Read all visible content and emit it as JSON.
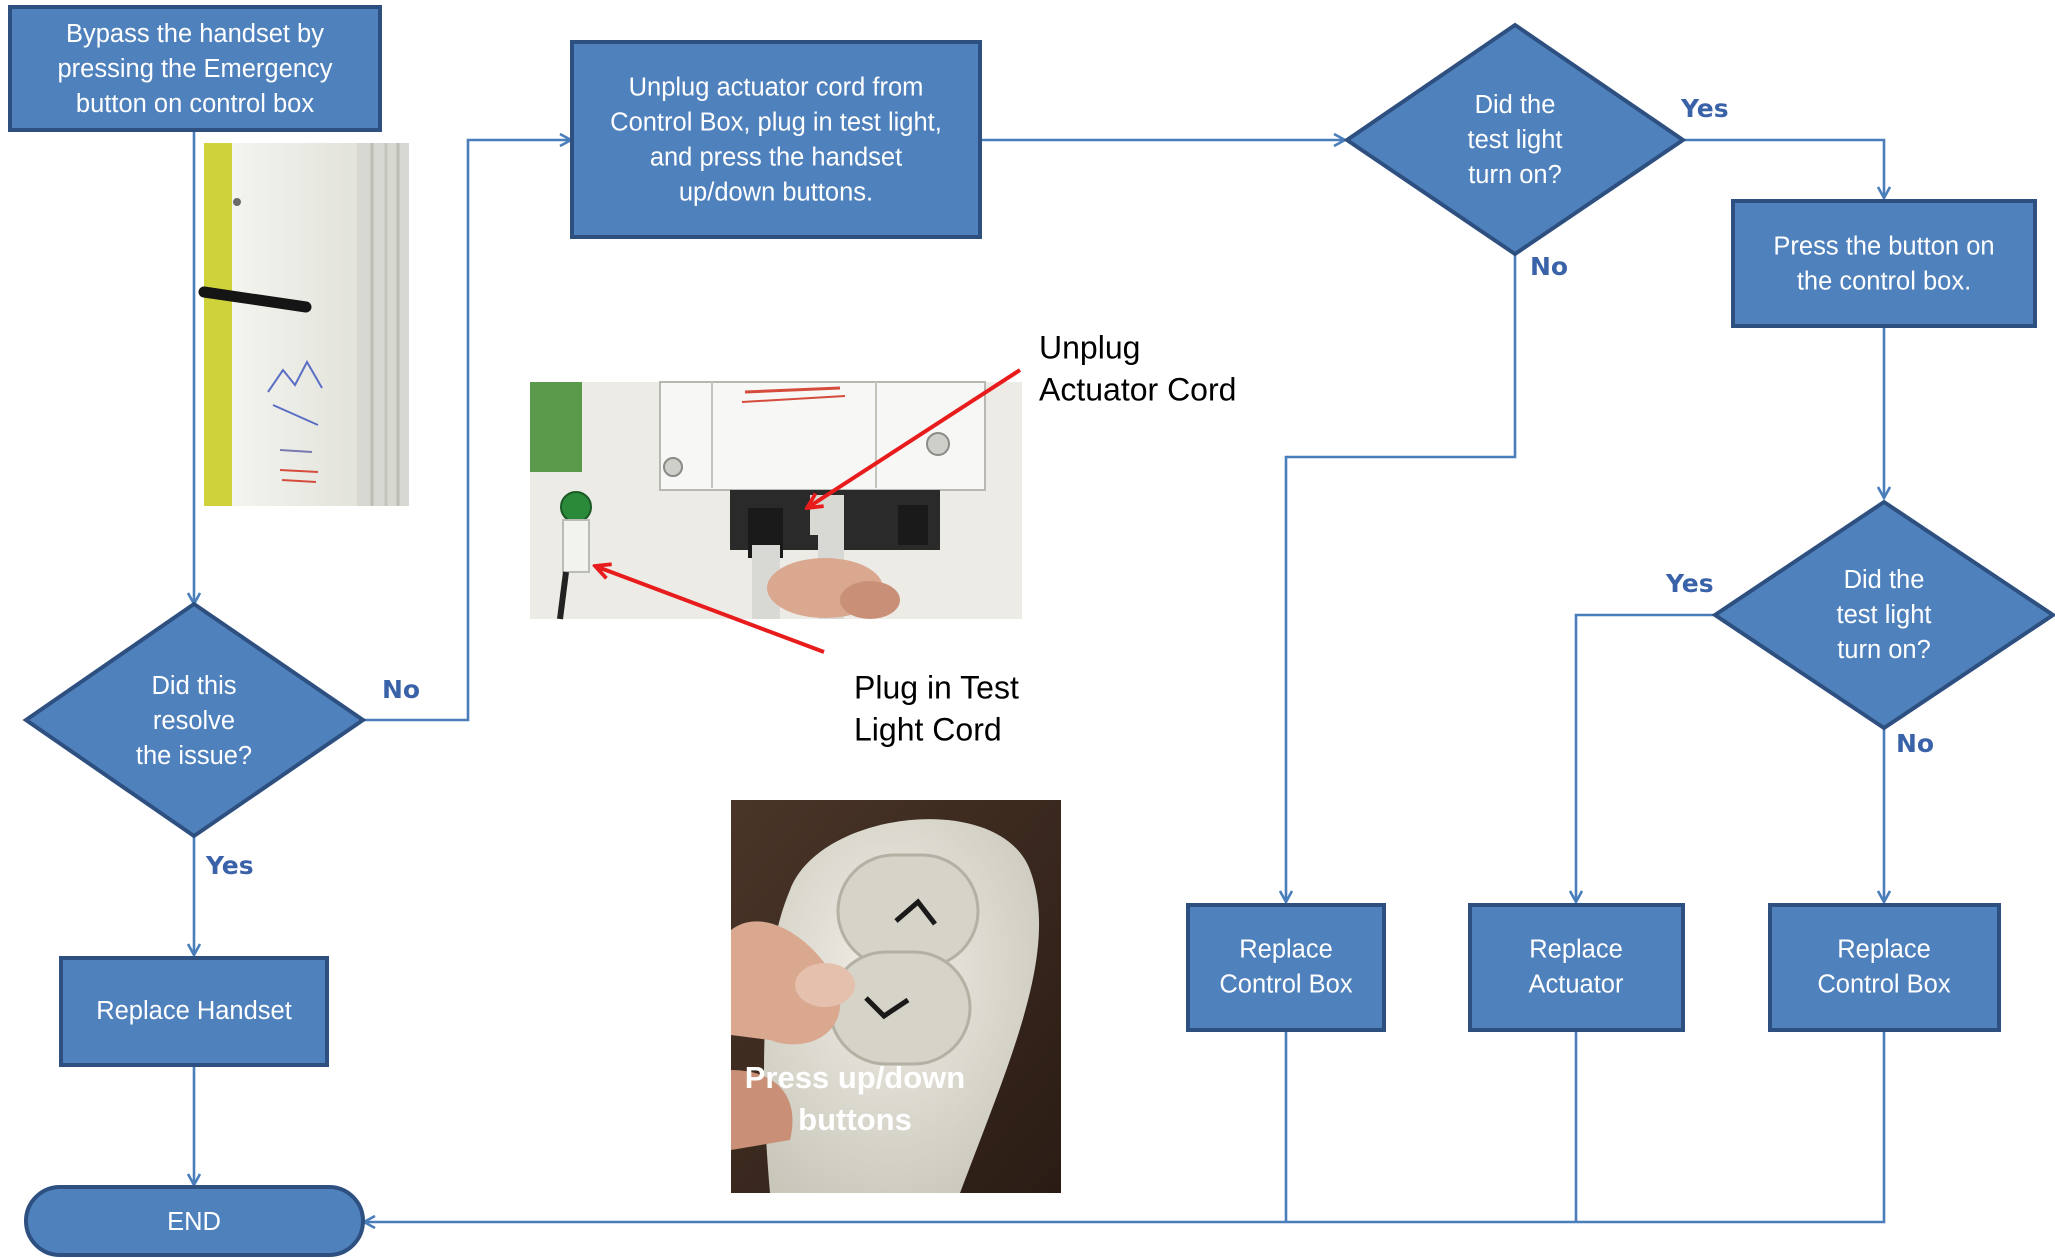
{
  "colors": {
    "node_fill": "#4f81bd",
    "node_stroke": "#2e5080",
    "connector": "#4a7ebb",
    "pointer_arrow": "#e81c1c",
    "label": "#3a62a8"
  },
  "nodes": {
    "bypass": [
      "Bypass the handset by",
      "pressing the Emergency",
      "button on control box"
    ],
    "resolve": [
      "Did this",
      "resolve",
      "the issue?"
    ],
    "replace_handset": [
      "Replace Handset"
    ],
    "end": [
      "END"
    ],
    "unplug": [
      "Unplug actuator cord from",
      "Control Box, plug in test light,",
      "and press the handset",
      "up/down buttons."
    ],
    "test_light_1": [
      "Did the",
      "test light",
      "turn on?"
    ],
    "press_button": [
      "Press the button on",
      "the control box."
    ],
    "test_light_2": [
      "Did the",
      "test light",
      "turn on?"
    ],
    "replace_control_box_1": [
      "Replace",
      "Control Box"
    ],
    "replace_actuator": [
      "Replace",
      "Actuator"
    ],
    "replace_control_box_2": [
      "Replace",
      "Control Box"
    ]
  },
  "edge_labels": {
    "resolve_no": "No",
    "resolve_yes": "Yes",
    "test1_yes": "Yes",
    "test1_no": "No",
    "test2_yes": "Yes",
    "test2_no": "No"
  },
  "callouts": {
    "unplug_actuator": [
      "Unplug",
      "Actuator Cord"
    ],
    "plug_test_light": [
      "Plug in Test",
      "Light Cord"
    ]
  },
  "photos": {
    "emergency_button": "control-box-emergency-button-photo",
    "control_box": "control-box-cords-photo",
    "handset": "handset-photo",
    "handset_caption": [
      "Press up/down",
      "buttons"
    ]
  }
}
